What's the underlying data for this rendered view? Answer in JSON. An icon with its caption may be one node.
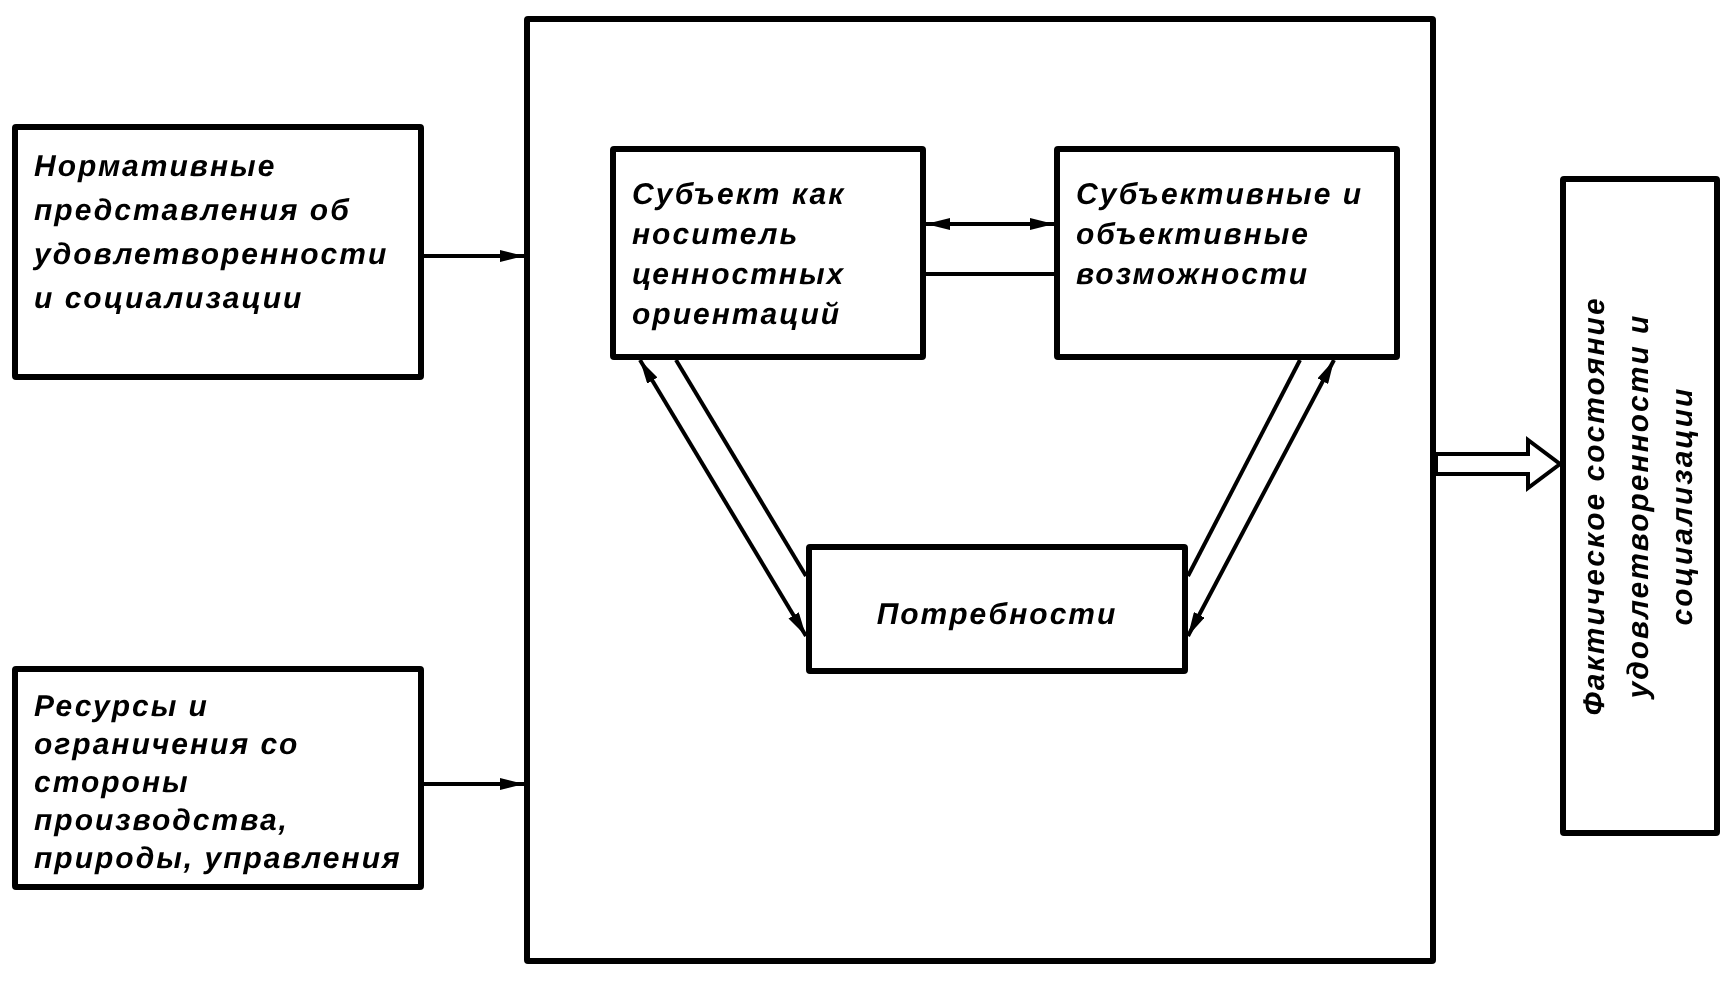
{
  "diagram": {
    "nodes": [
      {
        "text": [
          "Нормативные представления об удовлетворенности и социализации"
        ]
      },
      {
        "text": [],
        "shape": "box"
      },
      {
        "text": [
          "Субъект как носитель ценностных ориентаций"
        ],
        "in": 1
      },
      {
        "text": [
          "Субъективные и объективные возможности"
        ],
        "in": 1
      },
      {
        "text": [
          "Потребности"
        ],
        "in": 1
      },
      {
        "text": [
          "Ресурсы и ограничения со стороны производства, природы, управления"
        ]
      },
      {
        "text": [
          "Фактическое состояние удовлетворенности и социализации"
        ]
      }
    ],
    "edges": [
      {
        "from": 0,
        "to": 1,
        "arrow": "to"
      },
      {
        "from": 5,
        "to": 1,
        "arrow": "to"
      },
      {
        "from": 2,
        "to": 3,
        "arrow": "both"
      },
      {
        "from": 2,
        "to": 3,
        "arrow": "none"
      },
      {
        "from": 2,
        "to": 4,
        "arrow": "both"
      },
      {
        "from": 2,
        "to": 4,
        "arrow": "none"
      },
      {
        "from": 3,
        "to": 4,
        "arrow": "none"
      },
      {
        "from": 3,
        "to": 4,
        "arrow": "both"
      },
      {
        "from": 1,
        "to": 6,
        "arrow": "to",
        "style": "thick"
      }
    ]
  }
}
